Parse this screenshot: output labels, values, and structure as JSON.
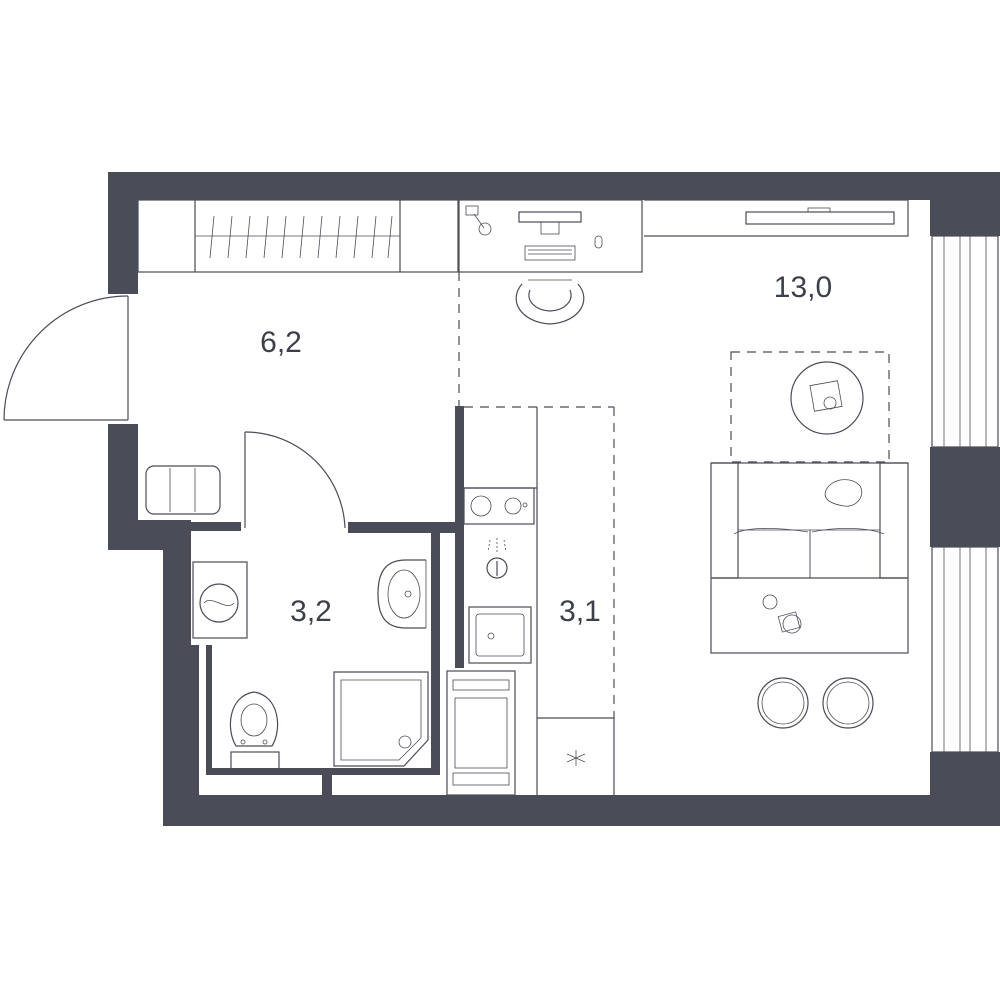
{
  "plan": {
    "colors": {
      "wall": "#4a4d57",
      "line": "#4a4d57",
      "label": "#3d404a",
      "background": "#ffffff"
    },
    "rooms": {
      "hallway": {
        "area": "6,2"
      },
      "bathroom": {
        "area": "3,2"
      },
      "kitchen": {
        "area": "3,1"
      },
      "living": {
        "area": "13,0"
      }
    },
    "furniture_icons": [
      "wardrobe-icon",
      "desk-icon",
      "monitor-icon",
      "keyboard-icon",
      "mouse-icon",
      "office-chair-icon",
      "tv-icon",
      "rug-icon",
      "coffee-table-icon",
      "sofa-icon",
      "side-table-icon",
      "pouf-icon",
      "shoe-bench-icon",
      "washing-machine-icon",
      "sink-icon",
      "toilet-icon",
      "shower-tray-icon",
      "cooktop-icon",
      "kitchen-faucet-icon",
      "kitchen-sink-icon",
      "fridge-icon",
      "oven-icon"
    ]
  }
}
